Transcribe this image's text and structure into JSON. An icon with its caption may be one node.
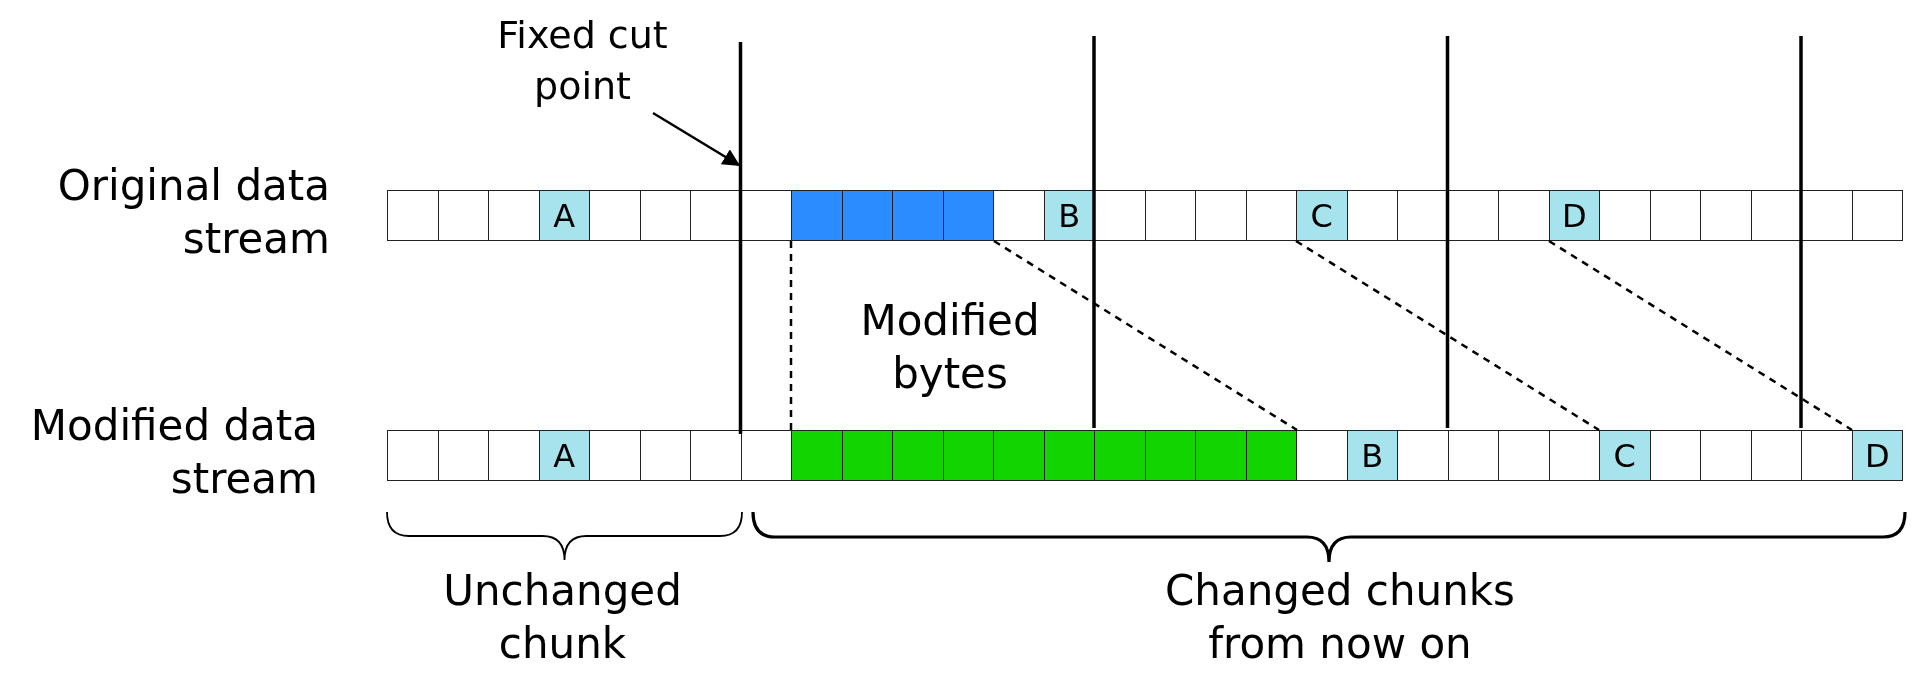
{
  "diagram": {
    "nodes": [
      {
        "text": [
          "Fixed cut point"
        ]
      },
      {
        "text": [],
        "shape": "box"
      },
      {
        "text": [],
        "shape": "box"
      },
      {
        "text": [],
        "shape": "box"
      },
      {
        "text": [
          "A"
        ]
      },
      {
        "text": [],
        "shape": "box"
      },
      {
        "text": [],
        "shape": "box"
      },
      {
        "text": [],
        "shape": "box"
      },
      {
        "text": [],
        "shape": "box"
      },
      {
        "text": [],
        "shape": "box"
      },
      {
        "text": [],
        "shape": "box"
      },
      {
        "text": [],
        "shape": "box"
      },
      {
        "text": [],
        "shape": "box"
      },
      {
        "text": [],
        "shape": "box"
      },
      {
        "text": [
          "B"
        ]
      },
      {
        "text": [],
        "shape": "box"
      },
      {
        "text": [],
        "shape": "box"
      },
      {
        "text": [],
        "shape": "box"
      },
      {
        "text": [],
        "shape": "box"
      },
      {
        "text": [
          "C"
        ]
      },
      {
        "text": [],
        "shape": "box"
      },
      {
        "text": [],
        "shape": "box"
      },
      {
        "text": [],
        "shape": "box"
      },
      {
        "text": [],
        "shape": "box"
      },
      {
        "text": [
          "D"
        ]
      },
      {
        "text": [],
        "shape": "box"
      },
      {
        "text": [],
        "shape": "box"
      },
      {
        "text": [],
        "shape": "box"
      },
      {
        "text": [],
        "shape": "box"
      },
      {
        "text": [],
        "shape": "box"
      },
      {
        "text": [],
        "shape": "box"
      },
      {
        "text": [],
        "shape": "box"
      },
      {
        "text": [],
        "shape": "box"
      },
      {
        "text": [],
        "shape": "box"
      },
      {
        "text": [
          "A"
        ]
      },
      {
        "text": [],
        "shape": "box"
      },
      {
        "text": [],
        "shape": "box"
      },
      {
        "text": [],
        "shape": "box"
      },
      {
        "text": [],
        "shape": "box"
      },
      {
        "text": [],
        "shape": "box"
      },
      {
        "text": [],
        "shape": "box"
      },
      {
        "text": [],
        "shape": "box"
      },
      {
        "text": [],
        "shape": "box"
      },
      {
        "text": [],
        "shape": "box"
      },
      {
        "text": [],
        "shape": "box"
      },
      {
        "text": [],
        "shape": "box"
      },
      {
        "text": [],
        "shape": "box"
      },
      {
        "text": [],
        "shape": "box"
      },
      {
        "text": [],
        "shape": "box"
      },
      {
        "text": [],
        "shape": "box"
      },
      {
        "text": [
          "B"
        ]
      },
      {
        "text": [],
        "shape": "box"
      },
      {
        "text": [],
        "shape": "box"
      },
      {
        "text": [],
        "shape": "box"
      },
      {
        "text": [],
        "shape": "box"
      },
      {
        "text": [
          "C"
        ]
      },
      {
        "text": [],
        "shape": "box"
      },
      {
        "text": [],
        "shape": "box"
      },
      {
        "text": [],
        "shape": "box"
      },
      {
        "text": [],
        "shape": "box"
      },
      {
        "text": [
          "D"
        ]
      },
      {
        "text": [],
        "shape": "line"
      },
      {
        "text": [],
        "shape": "line"
      },
      {
        "text": [],
        "shape": "line"
      },
      {
        "text": [],
        "shape": "line"
      }
    ],
    "edges": [
      {
        "from": 0,
        "to": 61,
        "arrow": "to"
      },
      {
        "from": 9,
        "to": 39,
        "arrow": "none",
        "style": "dashed"
      },
      {
        "from": 12,
        "to": 48,
        "arrow": "none",
        "style": "dashed"
      },
      {
        "from": 19,
        "to": 55,
        "arrow": "none",
        "style": "dashed"
      },
      {
        "from": 24,
        "to": 60,
        "arrow": "none",
        "style": "dashed"
      }
    ],
    "labels": [
      "Original data stream",
      "Modified data stream",
      "Modified bytes",
      "Unchanged chunk",
      "Changed chunks from now on"
    ]
  }
}
